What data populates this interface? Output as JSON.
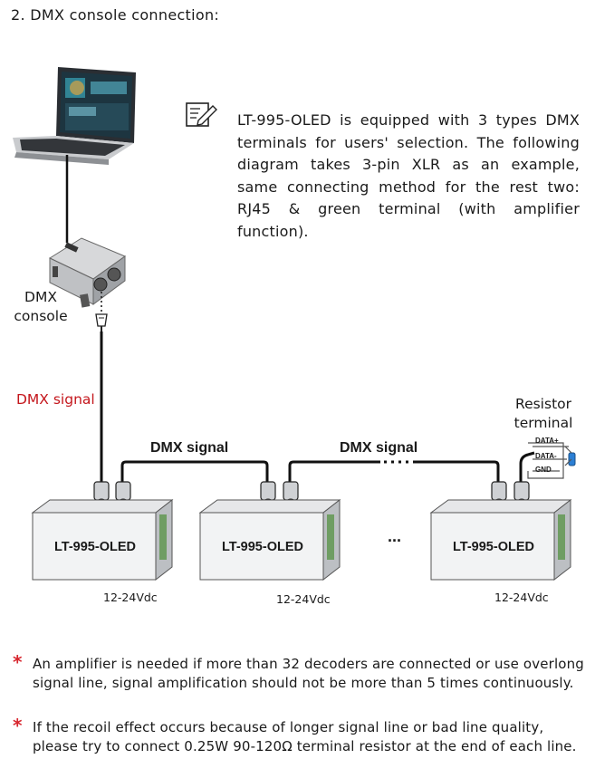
{
  "heading": "2. DMX console connection:",
  "note": {
    "icon": "note-pencil-icon",
    "text": "LT-995-OLED is equipped with 3 types DMX terminals for users' selection. The following diagram takes 3-pin XLR as an example, same connecting method for the rest two: RJ45 & green terminal (with amplifier function)."
  },
  "console_label_line1": "DMX",
  "console_label_line2": "console",
  "dmx_signal_red": "DMX signal",
  "dmx_signal_1": "DMX signal",
  "dmx_signal_2": "DMX signal",
  "resistor_line1": "Resistor",
  "resistor_line2": "terminal",
  "resistor_pins": [
    "DATA+",
    "DATA-",
    "GND"
  ],
  "decoders": [
    {
      "name": "LT-995-OLED",
      "power": "12-24Vdc"
    },
    {
      "name": "LT-995-OLED",
      "power": "12-24Vdc"
    },
    {
      "name": "LT-995-OLED",
      "power": "12-24Vdc"
    }
  ],
  "ellipsis": "...",
  "notes": [
    {
      "line1": "An amplifier is needed if more than 32 decoders are connected or use overlong",
      "line2": "signal line, signal amplification should not be more than 5 times continuously."
    },
    {
      "line1": "If the recoil effect occurs because of longer signal line or bad line quality,",
      "line2": "please try to connect 0.25W 90-120Ω terminal resistor at the end of each line."
    }
  ],
  "colors": {
    "accent_red": "#c4161c",
    "star_red": "#d7262e",
    "resistor_blue": "#2b7fd4"
  }
}
